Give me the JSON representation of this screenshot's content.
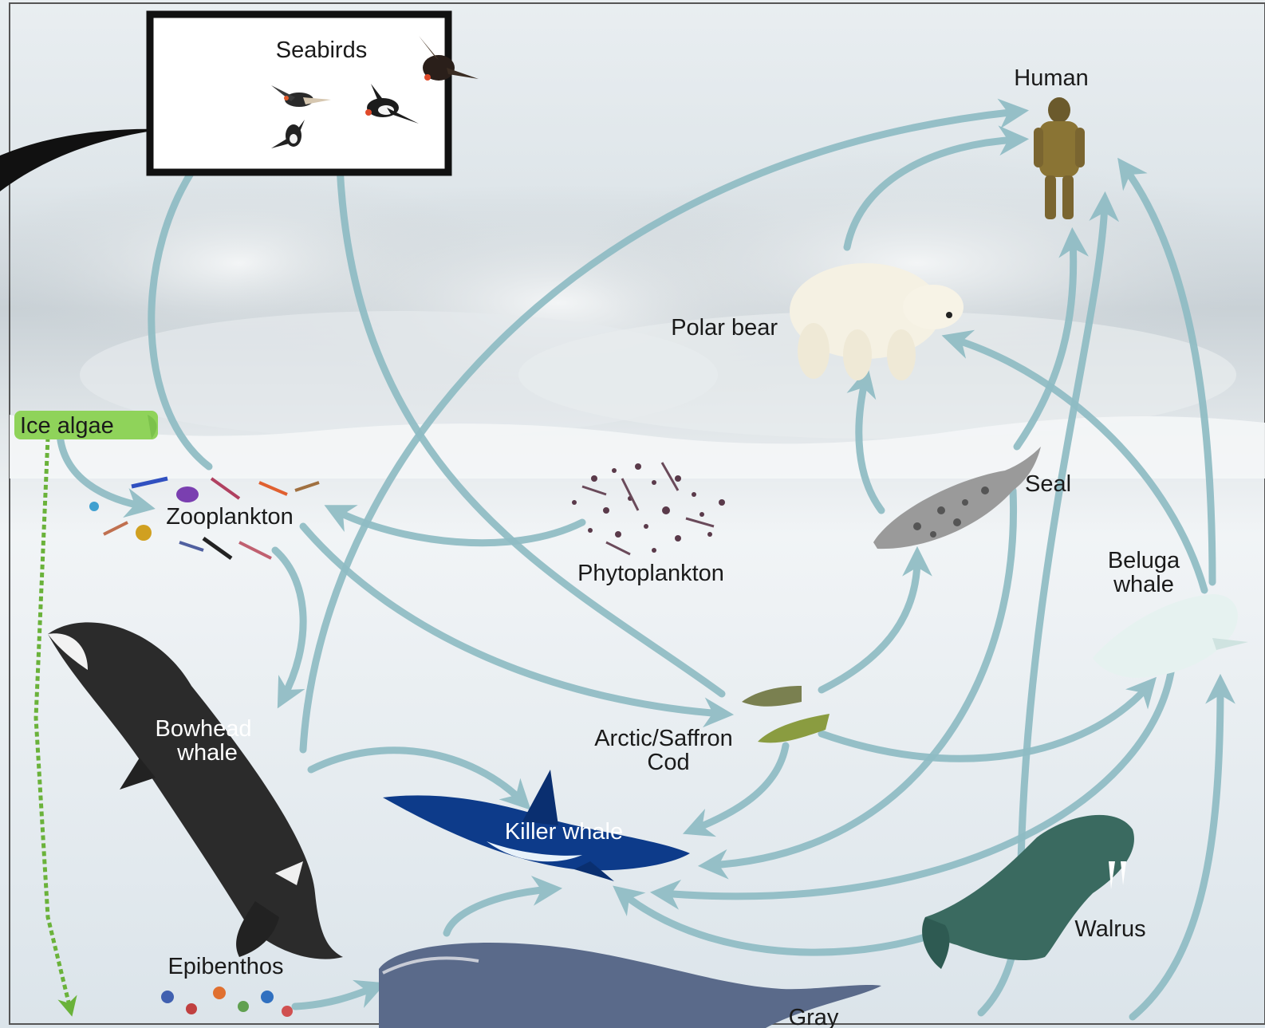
{
  "diagram": {
    "nodes": {
      "seabirds": "Seabirds",
      "human": "Human",
      "polar_bear": "Polar bear",
      "ice_algae": "Ice algae",
      "zooplankton": "Zooplankton",
      "phytoplankton": "Phytoplankton",
      "seal": "Seal",
      "beluga_line1": "Beluga",
      "beluga_line2": "whale",
      "bowhead_line1": "Bowhead",
      "bowhead_line2": "whale",
      "cod_line1": "Arctic/Saffron",
      "cod_line2": "Cod",
      "killer_whale": "Killer whale",
      "walrus": "Walrus",
      "epibenthos": "Epibenthos",
      "gray_partial": "Gray"
    }
  }
}
